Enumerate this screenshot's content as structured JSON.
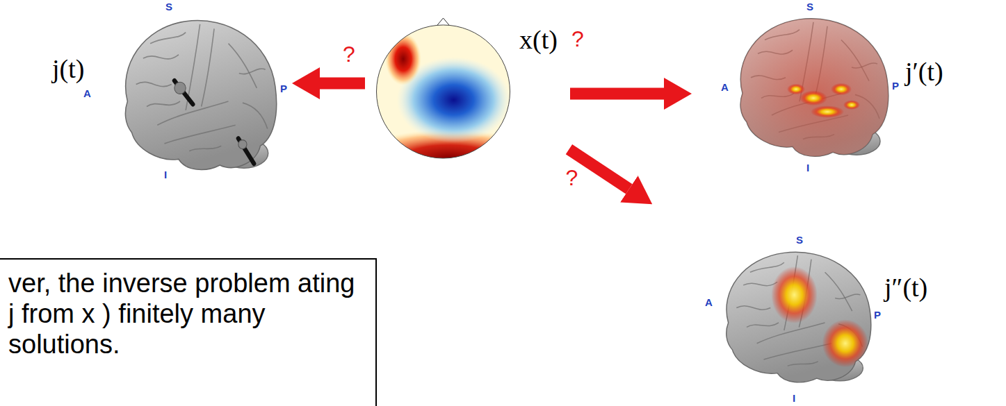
{
  "diagram": {
    "nodes": [
      {
        "text": [
          "j(t)"
        ]
      },
      {
        "text": [
          "x(t)"
        ]
      },
      {
        "text": [
          "j′(t)"
        ]
      },
      {
        "text": [
          "ver, the inverse problem ating j from x ) finitely many solutions."
        ]
      },
      {
        "text": [
          "j″(t)"
        ]
      }
    ],
    "edges": [
      {
        "from": 1,
        "to": 0,
        "label": "?",
        "arrow": "to"
      },
      {
        "from": 1,
        "to": 2,
        "label": "?",
        "arrow": "to"
      },
      {
        "from": 1,
        "to": 4,
        "label": "?",
        "arrow": "to"
      }
    ],
    "labels": [
      "S",
      "A",
      "P",
      "I",
      "S",
      "A",
      "P",
      "I",
      "S",
      "A",
      "P",
      "I"
    ]
  }
}
